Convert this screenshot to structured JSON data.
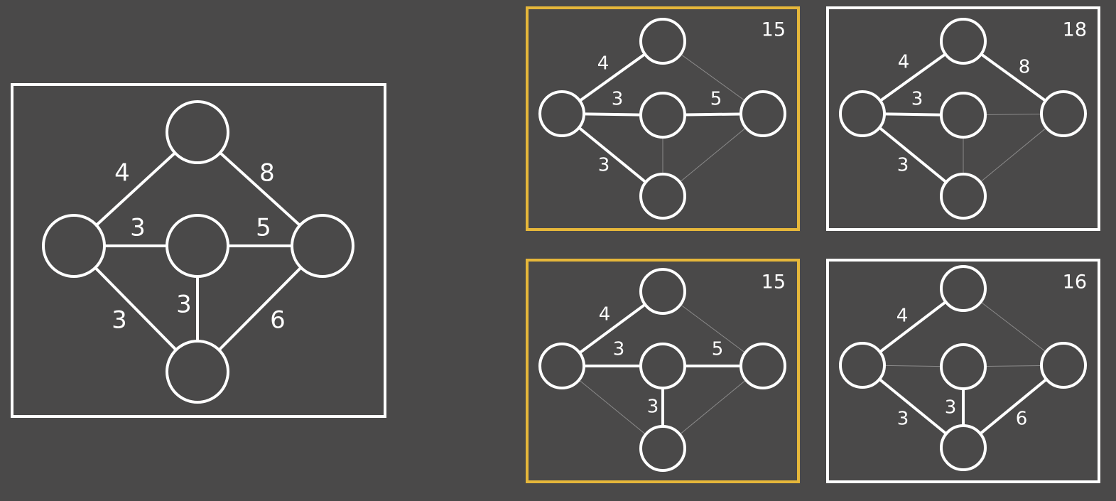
{
  "colors": {
    "background": "#4a4949",
    "stroke": "#ffffff",
    "highlight": "#e6b73a",
    "faint": "#bfbfbf"
  },
  "graph": {
    "nodes": [
      "top",
      "left",
      "center",
      "right",
      "bottom"
    ],
    "edges": [
      {
        "id": "top-left",
        "from": "top",
        "to": "left",
        "weight": "4"
      },
      {
        "id": "top-right",
        "from": "top",
        "to": "right",
        "weight": "8"
      },
      {
        "id": "left-center",
        "from": "left",
        "to": "center",
        "weight": "3"
      },
      {
        "id": "center-right",
        "from": "center",
        "to": "right",
        "weight": "5"
      },
      {
        "id": "left-bottom",
        "from": "left",
        "to": "bottom",
        "weight": "3"
      },
      {
        "id": "center-bottom",
        "from": "center",
        "to": "bottom",
        "weight": "3"
      },
      {
        "id": "right-bottom",
        "from": "right",
        "to": "bottom",
        "weight": "6"
      }
    ]
  },
  "spanning_trees": [
    {
      "total": "15",
      "highlighted": true,
      "edges": [
        "top-left",
        "left-center",
        "center-right",
        "left-bottom"
      ]
    },
    {
      "total": "18",
      "highlighted": false,
      "edges": [
        "top-left",
        "top-right",
        "left-center",
        "left-bottom"
      ]
    },
    {
      "total": "15",
      "highlighted": true,
      "edges": [
        "top-left",
        "left-center",
        "center-right",
        "center-bottom"
      ]
    },
    {
      "total": "16",
      "highlighted": false,
      "edges": [
        "top-left",
        "left-bottom",
        "center-bottom",
        "right-bottom"
      ]
    }
  ]
}
